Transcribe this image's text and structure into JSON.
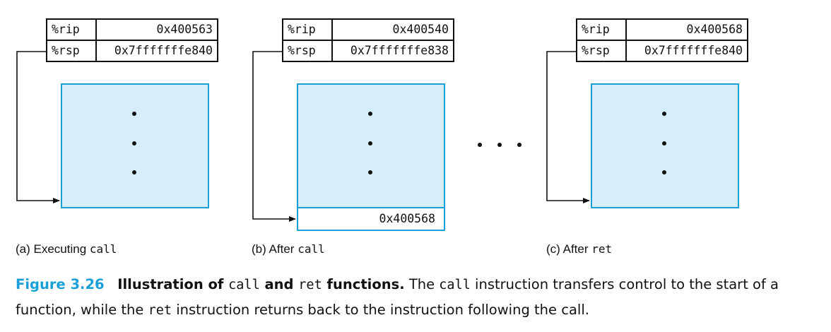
{
  "panels": [
    {
      "registers": [
        {
          "name": "%rip",
          "value": "0x400563"
        },
        {
          "name": "%rsp",
          "value": "0x7fffffffe840"
        }
      ],
      "label_prefix": "(a) Executing ",
      "label_code": "call"
    },
    {
      "registers": [
        {
          "name": "%rip",
          "value": "0x400540"
        },
        {
          "name": "%rsp",
          "value": "0x7fffffffe838"
        }
      ],
      "pushed_value": "0x400568",
      "label_prefix": "(b) After ",
      "label_code": "call"
    },
    {
      "registers": [
        {
          "name": "%rip",
          "value": "0x400568"
        },
        {
          "name": "%rsp",
          "value": "0x7fffffffe840"
        }
      ],
      "label_prefix": "(c) After ",
      "label_code": "ret"
    }
  ],
  "caption": {
    "figure_number": "Figure 3.26",
    "title_part1": "Illustration of ",
    "title_code1": "call",
    "title_part2": " and ",
    "title_code2": "ret",
    "title_part3": " functions.",
    "body_part1": " The ",
    "body_code1": "call",
    "body_part2": " instruction transfers control to the start of a function, while the ",
    "body_code2": "ret",
    "body_part3": " instruction returns back to the instruction following the call."
  },
  "colors": {
    "stack_fill": "#d6eef9",
    "stack_border": "#1aa0d8",
    "figure_number": "#1aa0d8"
  }
}
